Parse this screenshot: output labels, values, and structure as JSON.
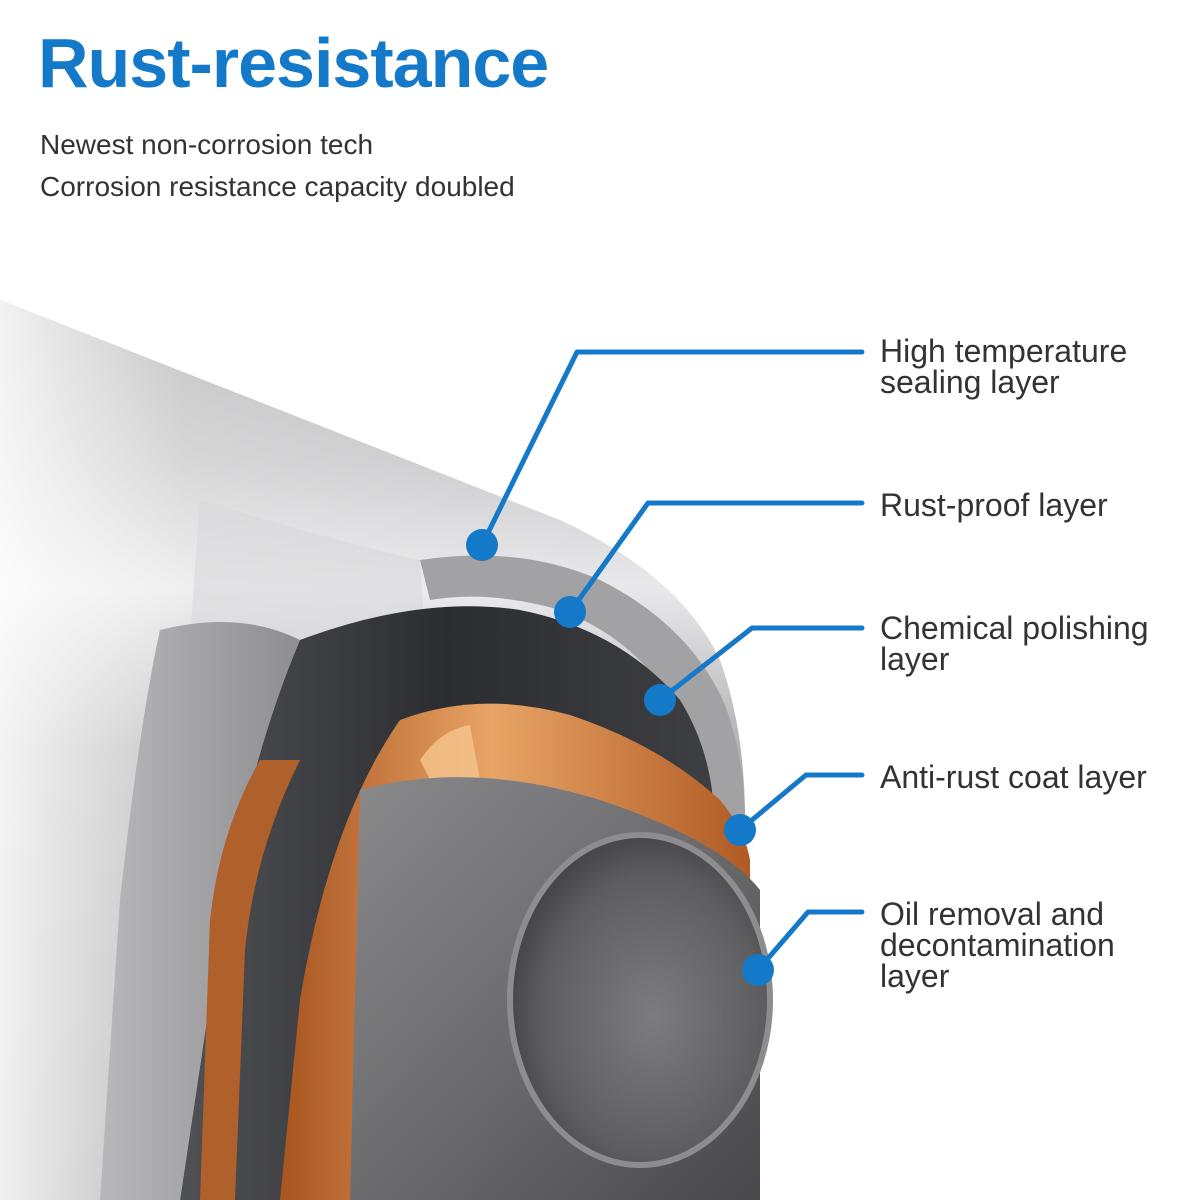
{
  "title": "Rust-resistance",
  "subtitle_lines": [
    "Newest non-corrosion tech",
    "Corrosion resistance capacity doubled"
  ],
  "colors": {
    "accent": "#1479c8",
    "text": "#333333",
    "outer_layer": "#bcbcbe",
    "dark_layer": "#3a3b3f",
    "copper_layer": "#c26a2f",
    "inner_tube": "#6a6a6d"
  },
  "layers": [
    {
      "lines": [
        "High temperature",
        "sealing layer"
      ]
    },
    {
      "lines": [
        "Rust-proof layer"
      ]
    },
    {
      "lines": [
        "Chemical polishing",
        "layer"
      ]
    },
    {
      "lines": [
        "Anti-rust coat layer"
      ]
    },
    {
      "lines": [
        "Oil removal and",
        "decontamination",
        "layer"
      ]
    }
  ]
}
